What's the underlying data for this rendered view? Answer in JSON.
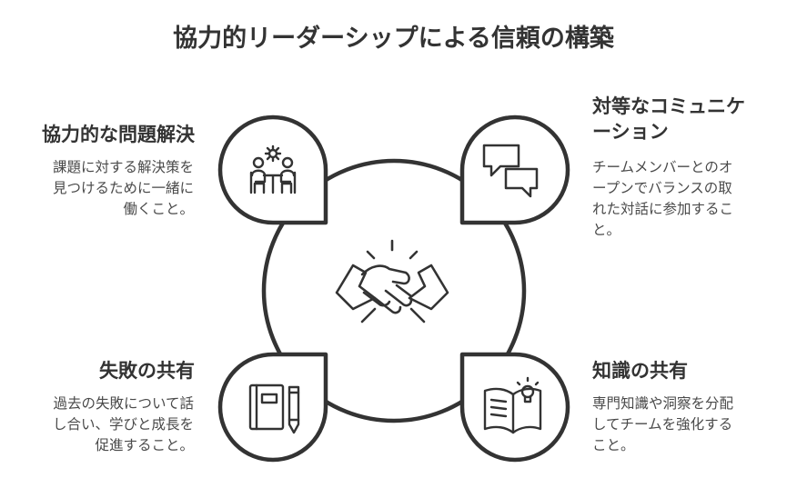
{
  "title": "協力的リーダーシップによる信頼の構築",
  "center": {
    "icon": "handshake-icon"
  },
  "quadrants": {
    "top_left": {
      "heading": "協力的な問題解決",
      "desc_lines": [
        "課題に対する解決策を",
        "見つけるために一緒に",
        "働くこと。"
      ],
      "icon": "team-collaboration-icon"
    },
    "top_right": {
      "heading_lines": [
        "対等なコミュニケ",
        "ーション"
      ],
      "desc_lines": [
        "チームメンバーとのオ",
        "ープンでバランスの取",
        "れた対話に参加するこ",
        "と。"
      ],
      "icon": "speech-bubbles-icon"
    },
    "bottom_left": {
      "heading": "失敗の共有",
      "desc_lines": [
        "過去の失敗について話",
        "し合い、学びと成長を",
        "促進すること。"
      ],
      "icon": "notebook-pencil-icon"
    },
    "bottom_right": {
      "heading": "知識の共有",
      "desc_lines": [
        "専門知識や洞察を分配",
        "してチームを強化する",
        "こと。"
      ],
      "icon": "book-lightbulb-icon"
    }
  },
  "colors": {
    "stroke": "#333333",
    "fill": "#ffffff",
    "text": "#333333"
  }
}
